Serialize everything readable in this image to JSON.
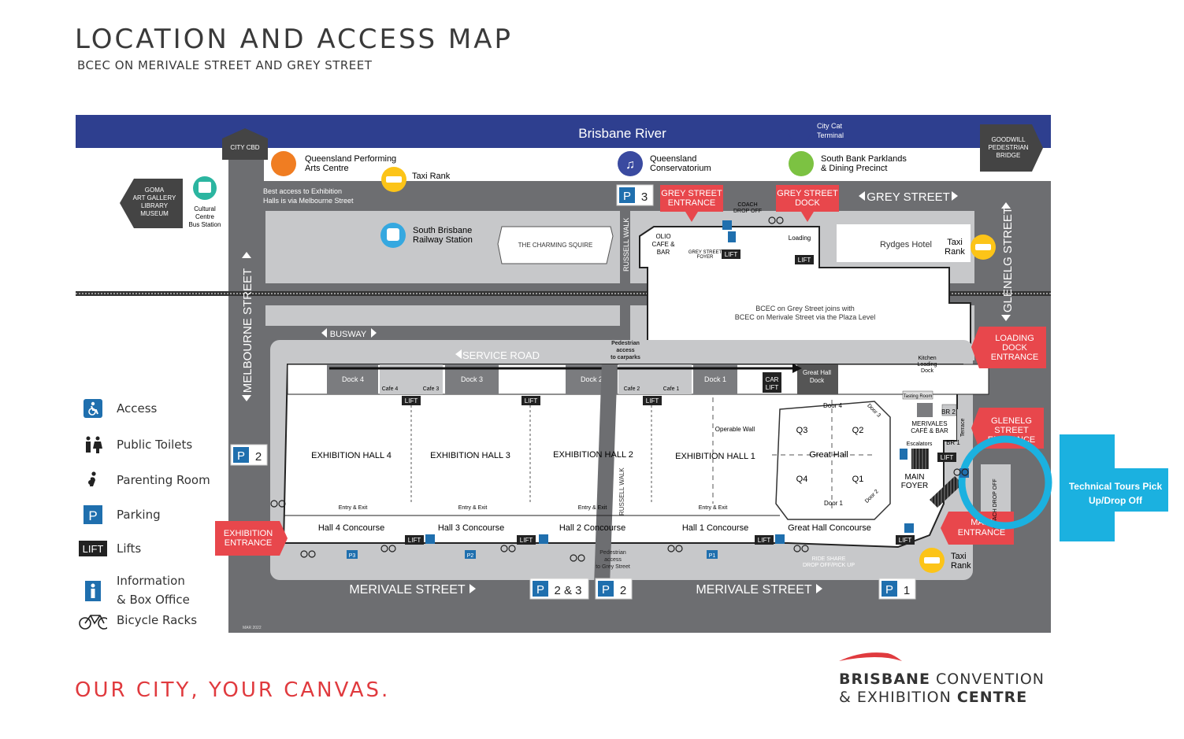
{
  "header": {
    "title": "LOCATION AND ACCESS MAP",
    "subtitle": "BCEC ON MERIVALE STREET AND GREY STREET"
  },
  "tagline": "OUR CITY, YOUR CANVAS.",
  "logo": {
    "line1a": "BRISBANE",
    "line1b": " CONVENTION",
    "line2a": "& EXHIBITION ",
    "line2b": "CENTRE"
  },
  "colors": {
    "river": "#2e3f8f",
    "road": "#6d6e71",
    "block": "#c7c8ca",
    "entrance": "#e8474c",
    "highlight": "#1bb1e0",
    "parking": "#1f6fae"
  },
  "legend": [
    {
      "icon": "accessibility-icon",
      "label": "Access"
    },
    {
      "icon": "toilets-icon",
      "label": "Public Toilets"
    },
    {
      "icon": "parenting-room-icon",
      "label": "Parenting Room"
    },
    {
      "icon": "parking-icon",
      "label": "Parking"
    },
    {
      "icon": "lift-icon",
      "label": "Lifts"
    },
    {
      "icon": "information-icon",
      "label": "Information\n& Box Office"
    },
    {
      "icon": "bicycle-icon",
      "label": "Bicycle Racks"
    }
  ],
  "map": {
    "river": "Brisbane River",
    "city_cat": "City Cat\nTerminal",
    "city_cbd": "CITY CBD",
    "goodwill": "GOODWILL\nPEDESTRIAN\nBRIDGE",
    "goma": "GOMA\nART GALLERY\nLIBRARY\nMUSEUM",
    "bus_station": "Cultural\nCentre\nBus Station",
    "qpac": "Queensland Performing\nArts Centre",
    "taxi_rank_top": "Taxi Rank",
    "conservatorium": "Queensland\nConservatorium",
    "parklands": "South Bank Parklands\n& Dining Precinct",
    "best_access": "Best access to Exhibition\nHalls is via Melbourne Street",
    "railway": "South Brisbane\nRailway Station",
    "charming_squire": "THE CHARMING SQUIRE",
    "russell_walk": "RUSSELL WALK",
    "russell_walk_lower": "RUSSELL WALK",
    "grey_street": "GREY STREET",
    "grey_street_entrance": "GREY STREET\nENTRANCE",
    "grey_street_dock": "GREY STREET\nDOCK",
    "coach_drop_off_top": "COACH\nDROP OFF",
    "olio": "OLIO\nCAFE &\nBAR",
    "grey_foyer": "GREY STREET\nFOYER",
    "loading": "Loading",
    "rydges": "Rydges Hotel",
    "taxi_rank_right": "Taxi\nRank",
    "glenelg_street": "GLENELG STREET",
    "melbourne_street": "MELBOURNE STREET",
    "bcec_join": "BCEC on Grey Street joins with\nBCEC on Merivale Street via the Plaza Level",
    "busway": "BUSWAY",
    "service_road": "SERVICE ROAD",
    "pedestrian_access": "Pedestrian\naccess\nto carparks",
    "loading_dock_entrance": "LOADING\nDOCK\nENTRANCE",
    "glenelg_entrance": "GLENELG\nSTREET\nENTRANCE",
    "kitchen_dock": "Kitchen\nLoading\nDock",
    "tasting_room": "Tasting Room",
    "merivales": "MERIVALES\nCAFÉ & BAR",
    "escalators": "Escalators",
    "main_foyer": "MAIN\nFOYER",
    "terrace": "Terrace",
    "br2": "BR 2",
    "br1": "BR 1",
    "coach_drop_off_right": "COACH\nDROP OFF",
    "technical_tours": "Technical Tours Pick\nUp/Drop Off",
    "main_entrance": "MAIN\nENTRANCE",
    "taxi_rank_bottom": "Taxi\nRank",
    "exhibition_entrance": "EXHIBITION\nENTRANCE",
    "merivale_street": "MERIVALE STREET",
    "ride_share": "RIDE SHARE\nDROP OFF/PICK UP",
    "pedestrian_grey": "Pedestrian\naccess\nto Grey Street",
    "docks": [
      "Dock 4",
      "Dock 3",
      "Dock 2",
      "Dock 1"
    ],
    "great_hall_dock": "Great Hall\nDock",
    "cafes": [
      "Cafe 4",
      "Cafe 3",
      "Cafe 2",
      "Cafe 1"
    ],
    "car_lift": "CAR\nLIFT",
    "halls": [
      "EXHIBITION HALL 4",
      "EXHIBITION HALL 3",
      "EXHIBITION HALL 2",
      "EXHIBITION HALL 1"
    ],
    "operable_wall": "Operable Wall",
    "great_hall": "Great Hall",
    "quadrants": [
      "Q3",
      "Q2",
      "Q4",
      "Q1"
    ],
    "doors": [
      "Door 4",
      "Door 3",
      "Door 1",
      "Door 2"
    ],
    "concourses": [
      "Hall 4 Concourse",
      "Hall 3 Concourse",
      "Hall 2 Concourse",
      "Hall 1 Concourse",
      "Great Hall Concourse"
    ],
    "entry_exit": "Entry & Exit",
    "parking": {
      "p1": "1",
      "p2": "2",
      "p23": "2 & 3",
      "p3": "3",
      "p_letter": "P"
    },
    "lift": "LIFT",
    "info": "i",
    "p_markers": [
      "P3",
      "P2",
      "P1"
    ],
    "date": "MAR 2022"
  }
}
